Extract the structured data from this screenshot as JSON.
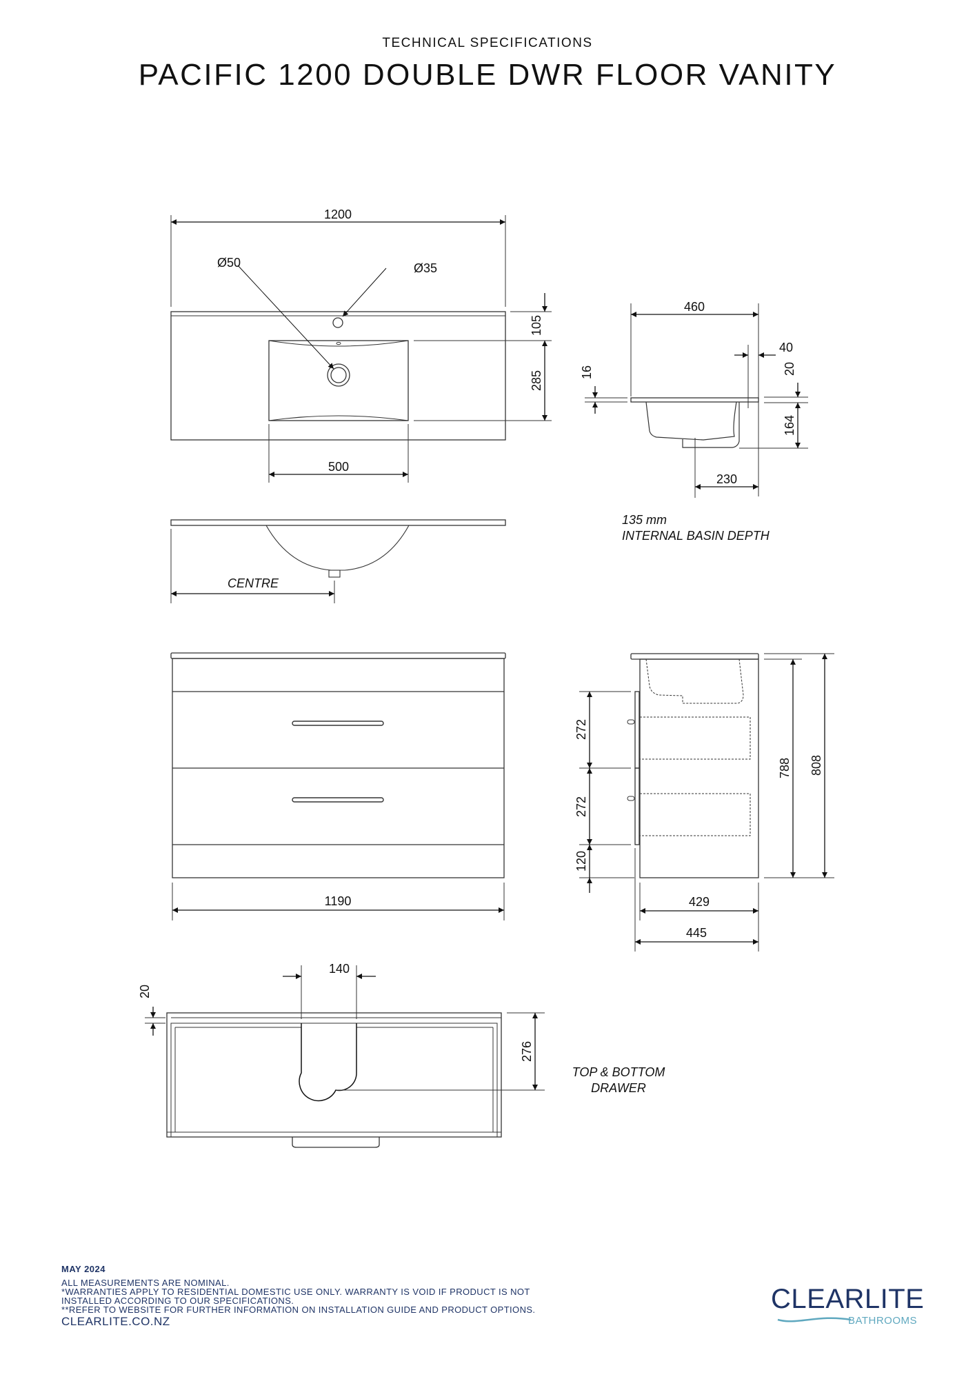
{
  "header": {
    "subtitle": "TECHNICAL SPECIFICATIONS",
    "title": "PACIFIC 1200 DOUBLE DWR FLOOR VANITY"
  },
  "top_view": {
    "overall_width": "1200",
    "waste_dia": "Ø50",
    "tap_hole_dia": "Ø35",
    "back_to_basin": "105",
    "basin_depth": "285",
    "basin_width": "500"
  },
  "basin_side_section": {
    "depth": "460",
    "rear_offset": "40",
    "top_thickness": "16",
    "upstand": "20",
    "bowl_height": "164",
    "waste_from_back": "230"
  },
  "basin_front_section": {
    "centre_label": "CENTRE",
    "internal_depth_value": "135 mm",
    "internal_depth_label": "INTERNAL BASIN DEPTH"
  },
  "front_elevation": {
    "cabinet_width": "1190"
  },
  "side_elevation": {
    "drawer_1_height": "272",
    "drawer_2_height": "272",
    "plinth_height": "120",
    "carcass_height": "788",
    "overall_height": "808",
    "carcass_depth": "429",
    "overall_depth": "445"
  },
  "drawer_plan": {
    "cutout_width": "140",
    "side_thickness": "20",
    "cutout_depth": "276",
    "label_line1": "TOP & BOTTOM",
    "label_line2": "DRAWER"
  },
  "footer": {
    "date": "MAY 2024",
    "notes": [
      "ALL MEASUREMENTS ARE NOMINAL.",
      "*WARRANTIES APPLY TO RESIDENTIAL DOMESTIC USE ONLY. WARRANTY IS VOID IF PRODUCT IS NOT",
      "INSTALLED ACCORDING TO OUR SPECIFICATIONS.",
      "**REFER TO WEBSITE FOR FURTHER INFORMATION ON INSTALLATION GUIDE AND PRODUCT OPTIONS."
    ],
    "website": "CLEARLITE.CO.NZ"
  },
  "logo": {
    "brand": "CLEARLITE",
    "sub": "BATHROOMS"
  },
  "colors": {
    "brand_navy": "#1f3466",
    "brand_teal": "#5fa8bf",
    "line": "#222222"
  }
}
